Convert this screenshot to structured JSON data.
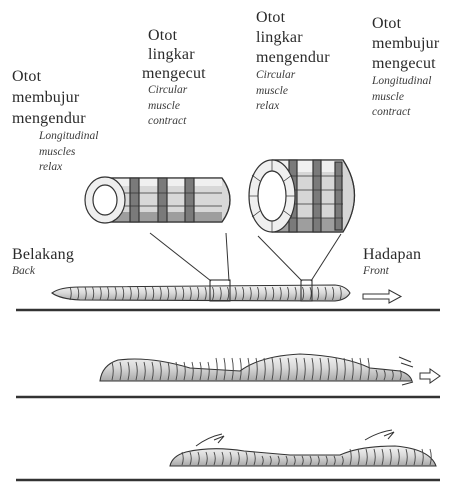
{
  "labels": {
    "longitudinal_relax": {
      "malay": [
        "Otot",
        "membujur",
        "mengendur"
      ],
      "english": [
        "Longitudinal",
        "muscles",
        "relax"
      ]
    },
    "circular_contract": {
      "malay": [
        "Otot",
        "lingkar",
        "mengecut"
      ],
      "english": [
        "Circular",
        "muscle",
        "contract"
      ]
    },
    "circular_relax": {
      "malay": [
        "Otot",
        "lingkar",
        "mengendur"
      ],
      "english": [
        "Circular",
        "muscle",
        "relax"
      ]
    },
    "longitudinal_contract": {
      "malay": [
        "Otot",
        "membujur",
        "mengecut"
      ],
      "english": [
        "Longitudinal",
        "muscle",
        "contract"
      ]
    },
    "back": {
      "malay": "Belakang",
      "english": "Back"
    },
    "front": {
      "malay": "Hadapan",
      "english": "Front"
    }
  },
  "colors": {
    "ink": "#2a2a2a",
    "shade": "#bdbdbd",
    "body_fill": "#e6e6e6"
  }
}
